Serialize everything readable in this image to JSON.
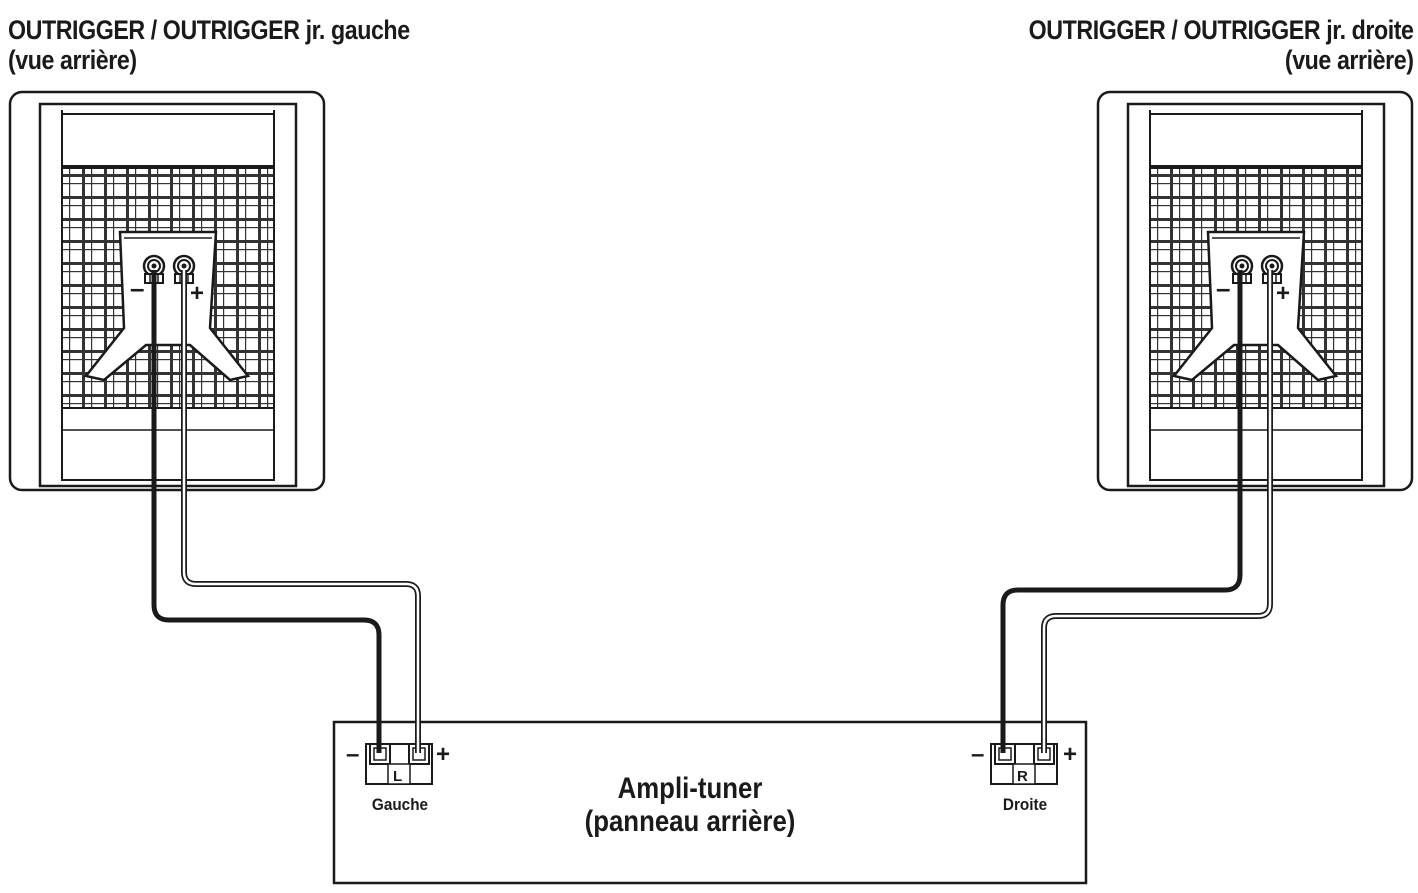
{
  "speakers": {
    "left": {
      "title_line1": "OUTRIGGER / OUTRIGGER jr. gauche",
      "title_line2": "(vue arrière)",
      "minus": "–",
      "plus": "+"
    },
    "right": {
      "title_line1": "OUTRIGGER / OUTRIGGER jr. droite",
      "title_line2": "(vue arrière)",
      "minus": "–",
      "plus": "+"
    }
  },
  "amplifier": {
    "title_line1": "Ampli-tuner",
    "title_line2": "(panneau arrière)",
    "left_channel": {
      "letter": "L",
      "name": "Gauche",
      "minus": "–",
      "plus": "+"
    },
    "right_channel": {
      "letter": "R",
      "name": "Droite",
      "minus": "–",
      "plus": "+"
    }
  },
  "colors": {
    "line": "#1a1a1a",
    "grille": "#444444",
    "panel": "#ffffff"
  }
}
